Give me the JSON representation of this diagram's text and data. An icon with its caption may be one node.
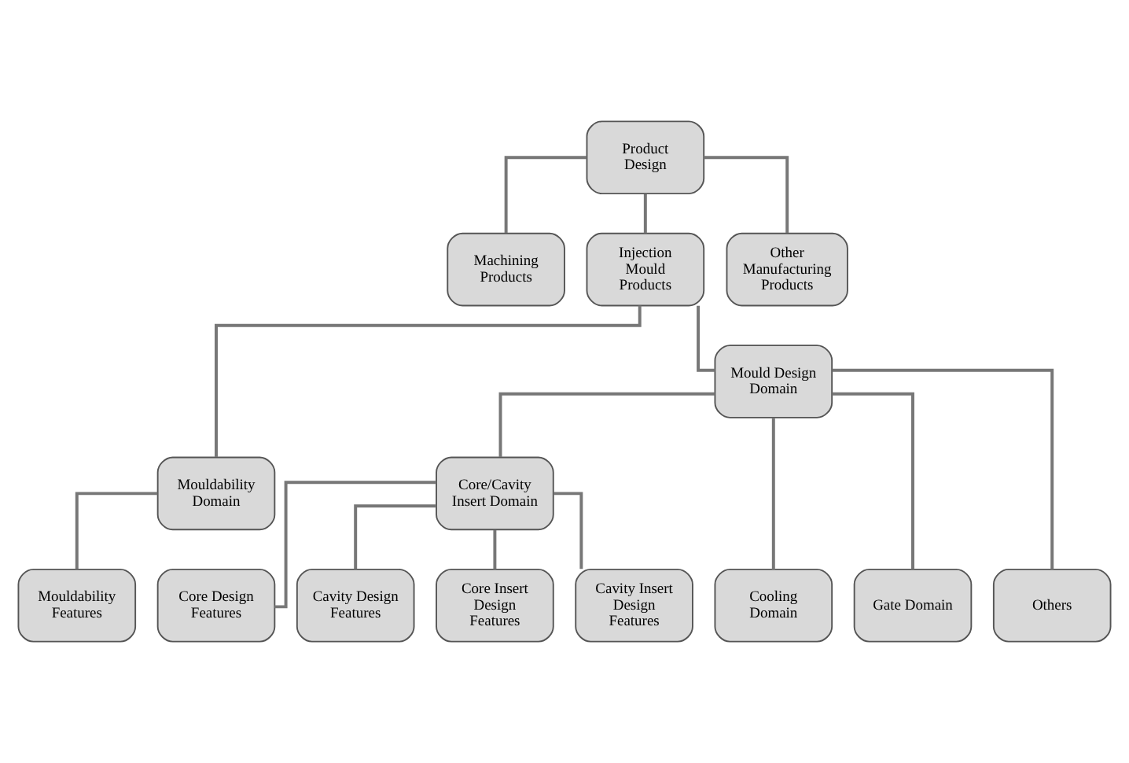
{
  "diagram": {
    "nodes": [
      {
        "text": [
          "Product Design"
        ]
      },
      {
        "text": [
          "Machining Products"
        ]
      },
      {
        "text": [
          "Injection Mould Products"
        ]
      },
      {
        "text": [
          "Other Manufacturing Products"
        ]
      },
      {
        "text": [
          "Mouldability Domain"
        ]
      },
      {
        "text": [
          "Mould Design Domain"
        ]
      },
      {
        "text": [
          "Core/Cavity Insert Domain"
        ]
      },
      {
        "text": [
          "Cooling Domain"
        ]
      },
      {
        "text": [
          "Gate Domain"
        ]
      },
      {
        "text": [
          "Others"
        ]
      },
      {
        "text": [
          "Mouldability Features"
        ]
      },
      {
        "text": [
          "Core Design Features"
        ]
      },
      {
        "text": [
          "Cavity Design Features"
        ]
      },
      {
        "text": [
          "Core Insert Design Features"
        ]
      },
      {
        "text": [
          "Cavity Insert Design Features"
        ]
      }
    ],
    "edges": [
      {
        "from": 0,
        "to": 1,
        "arrow": "none"
      },
      {
        "from": 0,
        "to": 2,
        "arrow": "none"
      },
      {
        "from": 0,
        "to": 3,
        "arrow": "none"
      },
      {
        "from": 2,
        "to": 4,
        "arrow": "none"
      },
      {
        "from": 2,
        "to": 5,
        "arrow": "none"
      },
      {
        "from": 5,
        "to": 6,
        "arrow": "none"
      },
      {
        "from": 5,
        "to": 7,
        "arrow": "none"
      },
      {
        "from": 5,
        "to": 8,
        "arrow": "none"
      },
      {
        "from": 5,
        "to": 9,
        "arrow": "none"
      },
      {
        "from": 4,
        "to": 10,
        "arrow": "none"
      },
      {
        "from": 6,
        "to": 11,
        "arrow": "none"
      },
      {
        "from": 6,
        "to": 12,
        "arrow": "none"
      },
      {
        "from": 6,
        "to": 13,
        "arrow": "none"
      },
      {
        "from": 6,
        "to": 14,
        "arrow": "none"
      }
    ]
  }
}
